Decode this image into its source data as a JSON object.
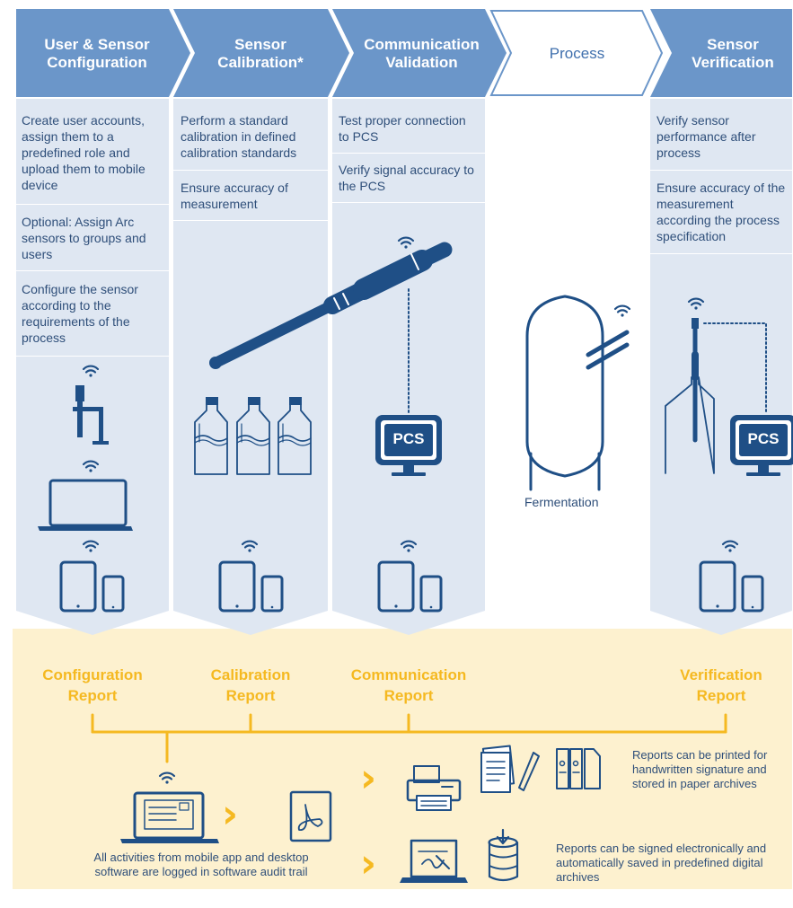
{
  "stages": [
    {
      "title": "User & Sensor Configuration",
      "title_l1": "User & Sensor",
      "title_l2": "Configuration"
    },
    {
      "title": "Sensor Calibration*",
      "title_l1": "Sensor",
      "title_l2": "Calibration*"
    },
    {
      "title": "Communication Validation",
      "title_l1": "Communication",
      "title_l2": "Validation"
    },
    {
      "title": "Process",
      "title_l1": "Process"
    },
    {
      "title": "Sensor Verification",
      "title_l1": "Sensor",
      "title_l2": "Verification"
    }
  ],
  "config_desc": [
    "Create user accounts, assign them to a predefined role and upload them to mobile device",
    "Optional: Assign Arc sensors to groups and users",
    "Configure the sensor according to the requirements of the process"
  ],
  "calib_desc": [
    "Perform a standard calibration in defined calibration standards",
    "Ensure accuracy of measurement"
  ],
  "comm_desc": [
    "Test proper connection to PCS",
    "Verify signal accuracy to the PCS"
  ],
  "verif_desc": [
    "Verify sensor performance after process",
    "Ensure accuracy of the measurement according the process specification"
  ],
  "pcs_label": "PCS",
  "fermentation_label": "Fermentation",
  "reports": [
    {
      "l1": "Configuration",
      "l2": "Report"
    },
    {
      "l1": "Calibration",
      "l2": "Report"
    },
    {
      "l1": "Communication",
      "l2": "Report"
    },
    {
      "l1": "Verification",
      "l2": "Report"
    }
  ],
  "audit_note": "All activities from mobile app and desktop software are logged in software audit trail",
  "print_note": "Reports can be printed for handwritten signature and stored in paper archives",
  "esign_note": "Reports can be signed electronically and automatically saved in predefined digital archives",
  "colors": {
    "header_blue": "#6b96c9",
    "column_bg": "#dfe7f2",
    "icon_navy": "#1f4f86",
    "report_yellow": "#f5b921",
    "report_bg": "#fdf1cf"
  }
}
